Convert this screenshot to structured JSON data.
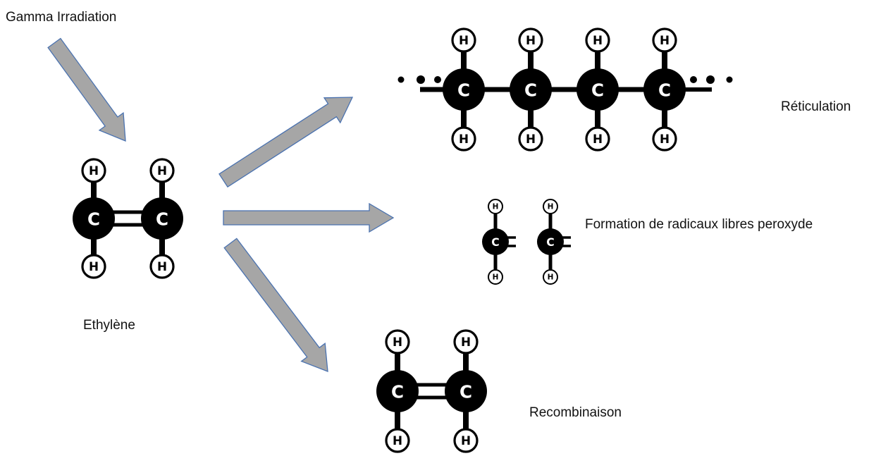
{
  "labels": {
    "gamma": "Gamma Irradiation",
    "ethylene": "Ethylène",
    "reticulation": "Réticulation",
    "radicals": "Formation de radicaux libres peroxyde",
    "recombination": "Recombinaison"
  },
  "atoms": {
    "carbon": "C",
    "hydrogen": "H"
  },
  "colors": {
    "arrow_fill": "#a6a6a6",
    "arrow_stroke": "#4a72b0",
    "atom_dark": "#000000",
    "atom_light": "#ffffff"
  }
}
